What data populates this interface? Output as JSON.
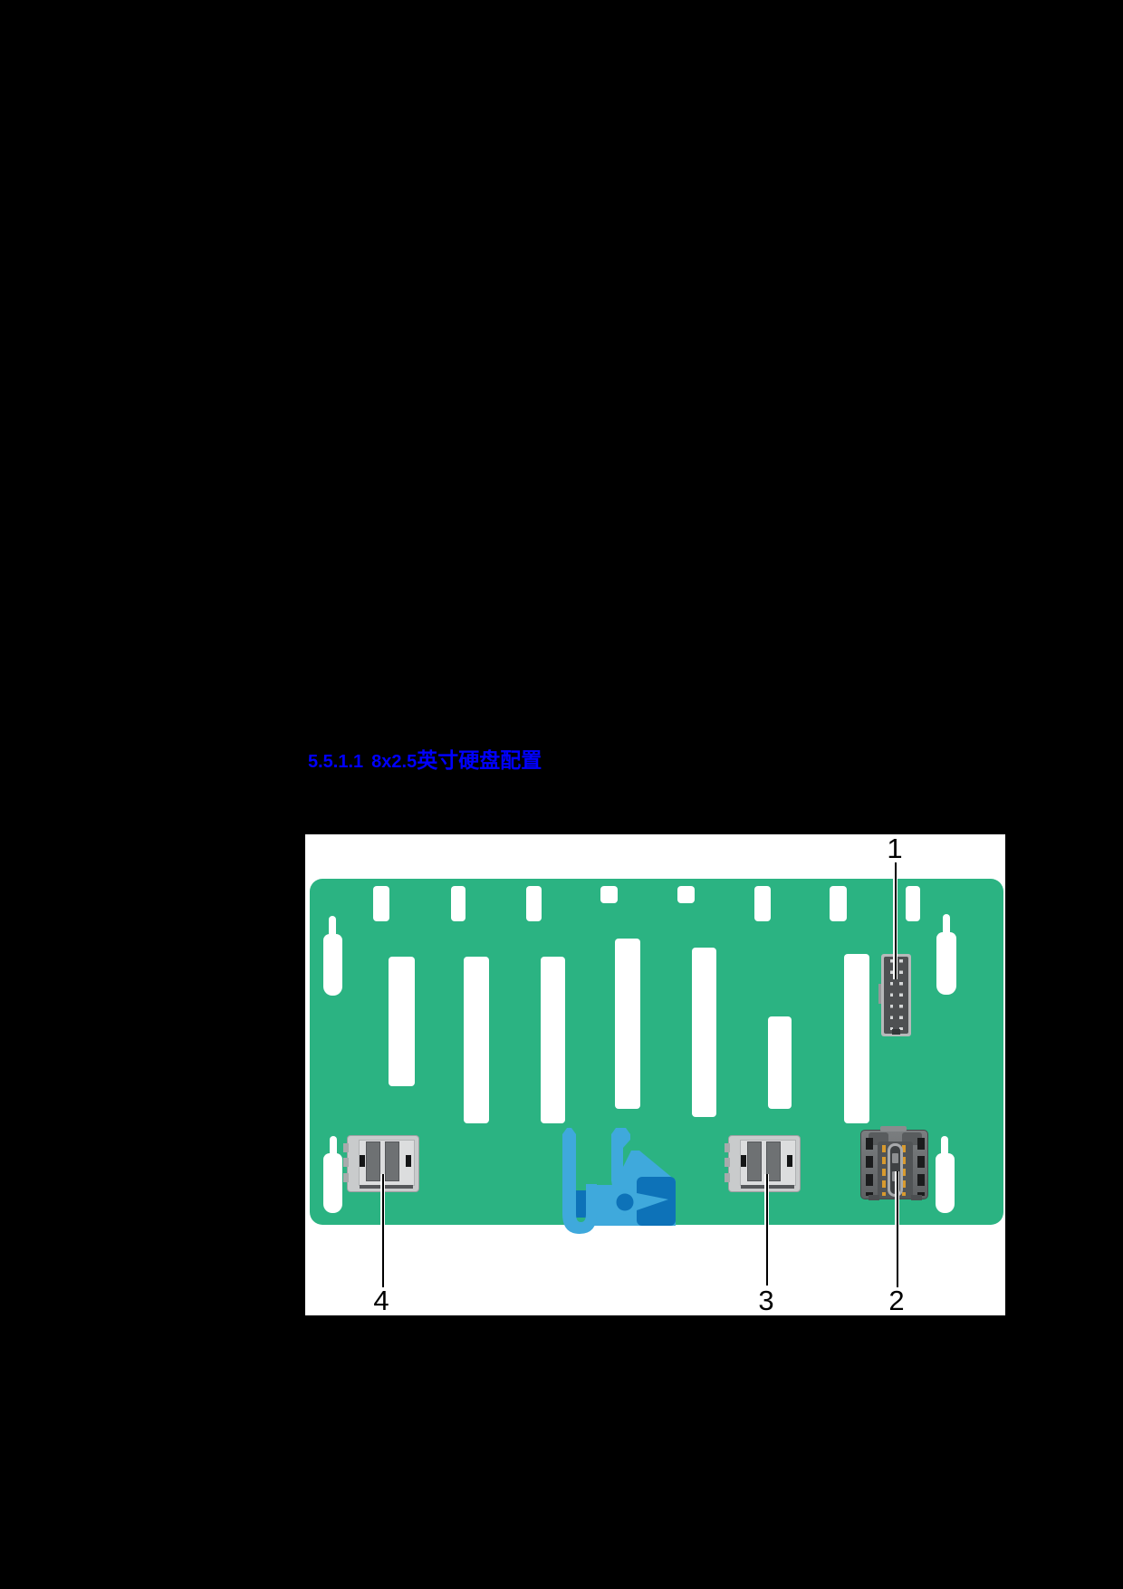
{
  "page": {
    "background": "#000000"
  },
  "heading": {
    "section_number": "5.5.1.1",
    "title_en": "8x2.5",
    "title_zh": "英寸硬盘配置",
    "color": "#0000FF"
  },
  "figure": {
    "description": "8x2.5-inch drive backplane diagram",
    "canvas_color": "#FFFFFF",
    "board_color": "#2BB382",
    "callouts": [
      {
        "id": "1",
        "label": "1"
      },
      {
        "id": "2",
        "label": "2"
      },
      {
        "id": "3",
        "label": "3"
      },
      {
        "id": "4",
        "label": "4"
      }
    ],
    "colors": {
      "clip_light_blue": "#3FA9DC",
      "clip_dark_blue": "#0D72B8",
      "connector_silver": "#C9CBCC",
      "connector_dark_gray": "#4E5052",
      "power_connector_gray": "#6B6E70",
      "pin_gold": "#D89A2E"
    }
  }
}
